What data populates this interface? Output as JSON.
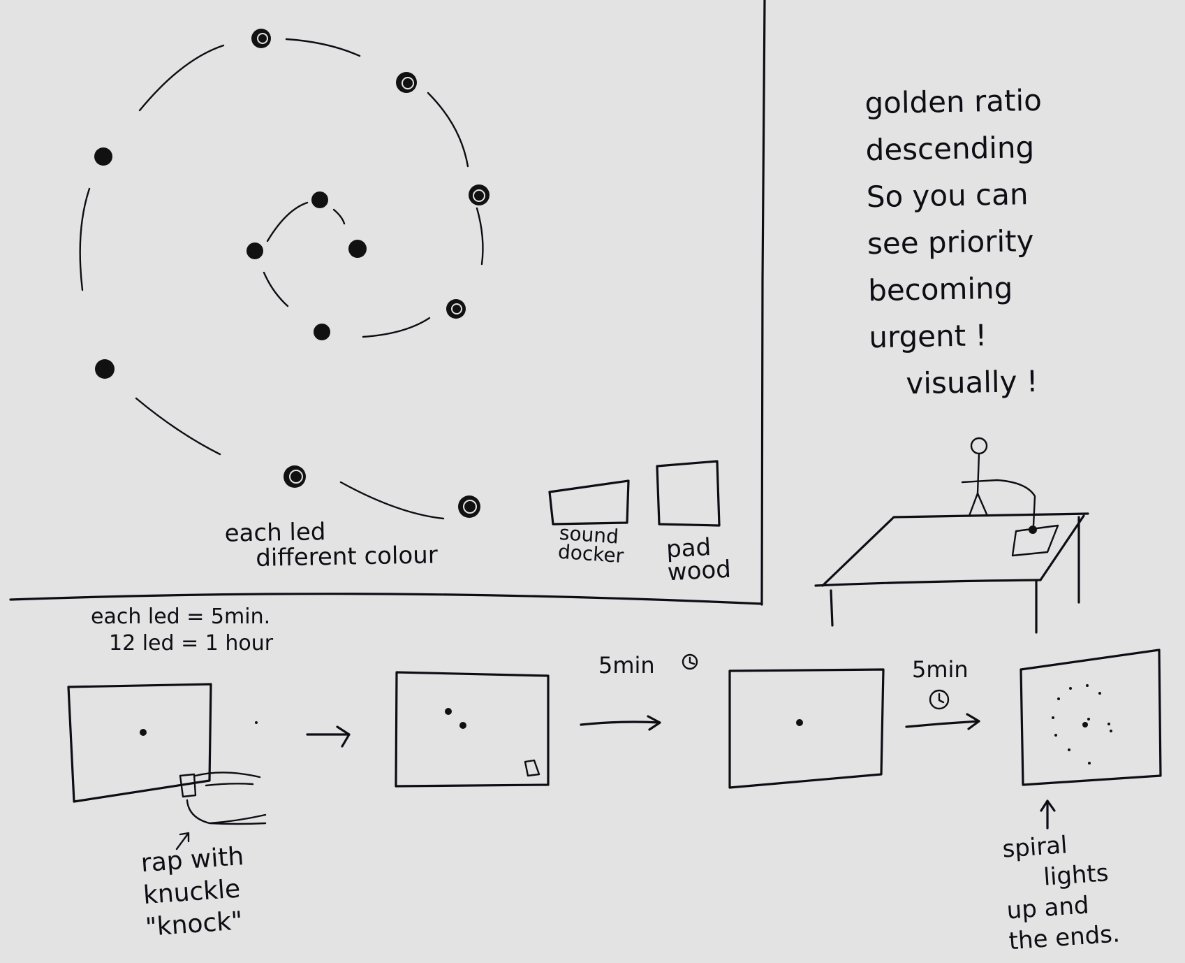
{
  "notes": {
    "golden": [
      "golden ratio",
      "descending",
      "So you can",
      "see priority",
      "becoming",
      "urgent !",
      "visually !"
    ],
    "each_led_colour": [
      "each led",
      "different colour"
    ],
    "sound_label": [
      "sound",
      "docker"
    ],
    "pad_label": [
      "pad",
      "wood"
    ],
    "led_math": [
      "each led = 5min.",
      "12 led = 1 hour"
    ],
    "five_min_1": "5min",
    "five_min_2": "5min",
    "rap": [
      "rap with",
      "knuckle",
      "\"knock\""
    ],
    "spiral": [
      "spiral",
      "lights",
      "up and",
      "the ends."
    ]
  },
  "ink_color": "#0d0d14",
  "paper_color": "#e3e3e3"
}
